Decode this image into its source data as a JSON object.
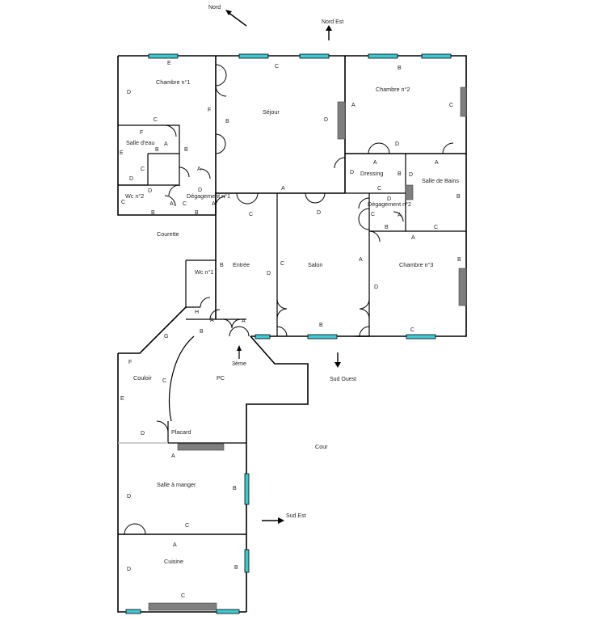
{
  "colors": {
    "window": "#3ec9d2",
    "radiator": "#7f7f7f",
    "wall": "#000000",
    "light_wall": "#bdbdbd"
  },
  "compass": {
    "nord": "Nord",
    "nord_est": "Nord Est",
    "sud_ouest": "Sud Ouest",
    "sud_est": "Sud Est"
  },
  "rooms": {
    "chambre1": "Chambre n°1",
    "sejour": "Séjour",
    "chambre2": "Chambre n°2",
    "salle_eau": "Salle d'eau",
    "dressing": "Dressing",
    "salle_bains": "Salle de Bains",
    "wc2": "Wc n°2",
    "degagement1": "Dégagement n°1",
    "degagement2": "Dégagement n°2",
    "courette": "Courette",
    "wc1": "Wc n°1",
    "entree": "Entrée",
    "salon": "Salon",
    "chambre3": "Chambre n°3",
    "couloir": "Couloir",
    "pc": "PC",
    "troisieme": "3ème",
    "placard": "Placard",
    "cour": "Cour",
    "salle_manger": "Salle à manger",
    "cuisine": "Cuisine"
  },
  "wall_letters": {
    "ch1_e": "E",
    "ch1_d": "D",
    "ch1_c": "C",
    "ch1_f": "F",
    "sej_c": "C",
    "sej_b": "B",
    "sej_d": "D",
    "sej_a": "A",
    "ch2_b": "B",
    "ch2_a": "A",
    "ch2_c": "C",
    "ch2_d": "D",
    "se_f": "F",
    "se_e": "E",
    "se_b": "B",
    "se_a": "A",
    "se_c": "C",
    "se_d": "D",
    "dg1_b": "B",
    "dg1_a": "A",
    "dg1_d": "D",
    "dg1_c": "C",
    "dg1_a2": "A",
    "wc2_d": "D",
    "wc2_c": "C",
    "wc2_a": "A",
    "wc2_b": "B",
    "dr_a": "A",
    "dr_d": "D",
    "dr_b": "B",
    "dr_c": "C",
    "sb_a": "A",
    "sb_d": "D",
    "sb_b": "B",
    "sb_c": "C",
    "dg2_c": "C",
    "dg2_d": "D",
    "dg2_a": "A",
    "dg2_b": "B",
    "en_a": "A",
    "en_c": "C",
    "en_b": "B",
    "en_d": "D",
    "sa_c": "C",
    "sa_d": "D",
    "sa_a": "A",
    "sa_b": "B",
    "ch3_a": "A",
    "ch3_b": "B",
    "ch3_d": "D",
    "ch3_c": "C",
    "wc1_h": "H",
    "wc1_a": "A",
    "wc1_b": "B",
    "wc1_g": "G",
    "co_f": "F",
    "co_e": "E",
    "co_d": "D",
    "co_c": "C",
    "pc_a": "A",
    "sm_a": "A",
    "sm_d": "D",
    "sm_b": "B",
    "sm_c": "C",
    "cu_a": "A",
    "cu_d": "D",
    "cu_b": "B",
    "cu_c": "C"
  }
}
